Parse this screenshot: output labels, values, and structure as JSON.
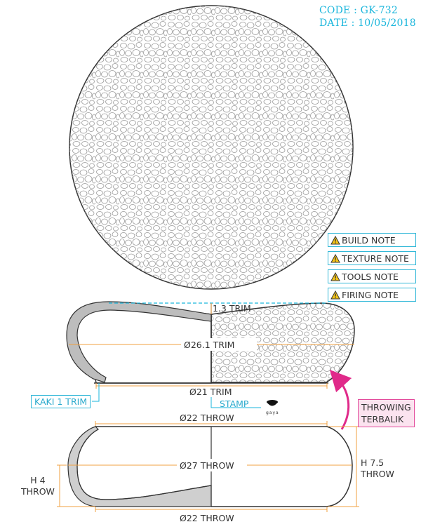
{
  "header": {
    "code": "CODE : GK-732",
    "date": "DATE : 10/05/2018"
  },
  "notes": [
    {
      "label": "BUILD NOTE"
    },
    {
      "label": "TEXTURE NOTE"
    },
    {
      "label": "TOOLS NOTE"
    },
    {
      "label": "FIRING NOTE"
    }
  ],
  "trim_view": {
    "top_dim": "1.3 TRIM",
    "diameter": "Ø26.1 TRIM",
    "base_dim": "Ø21 TRIM",
    "foot_label": "KAKI 1 TRIM",
    "stamp_label": "STAMP",
    "stamp_brand": "gaya"
  },
  "throw_view": {
    "top_dim": "Ø22 THROW",
    "diameter": "Ø27 THROW",
    "bottom_dim": "Ø22 THROW",
    "height_right": [
      "H 7.5",
      "THROW"
    ],
    "height_left": [
      "H 4",
      "THROW"
    ]
  },
  "process": {
    "label_lines": [
      "THROWING",
      "TERBALIK"
    ]
  },
  "colors": {
    "accent_cyan": "#1ab6dc",
    "dim_orange": "#f0a040",
    "arrow_pink": "#e02a8a",
    "outline": "#333333",
    "fill_gray": "#c8c8c8"
  }
}
